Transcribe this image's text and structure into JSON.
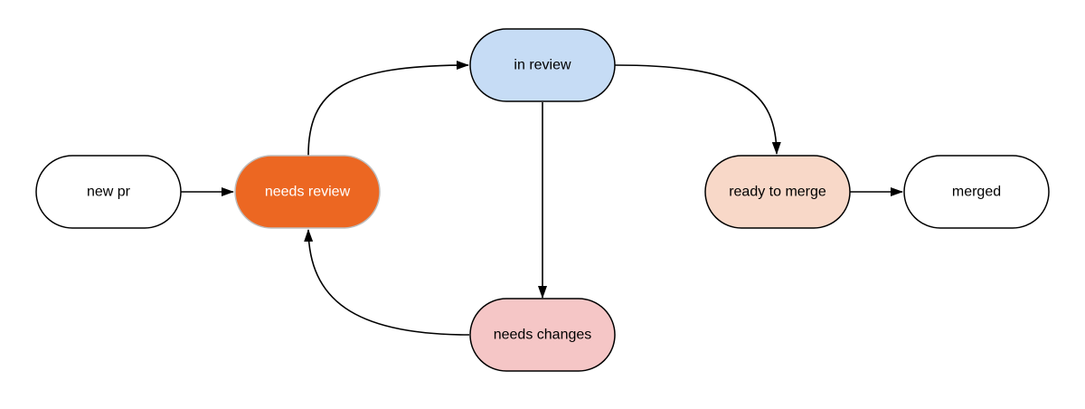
{
  "diagram": {
    "nodes": {
      "new_pr": {
        "label": "new pr",
        "fill": "#ffffff"
      },
      "needs_review": {
        "label": "needs review",
        "fill": "#ec6722"
      },
      "in_review": {
        "label": "in review",
        "fill": "#c6dcf5"
      },
      "needs_changes": {
        "label": "needs changes",
        "fill": "#f5c6c6"
      },
      "ready_to_merge": {
        "label": "ready to merge",
        "fill": "#f8d8c8"
      },
      "merged": {
        "label": "merged",
        "fill": "#ffffff"
      }
    }
  }
}
